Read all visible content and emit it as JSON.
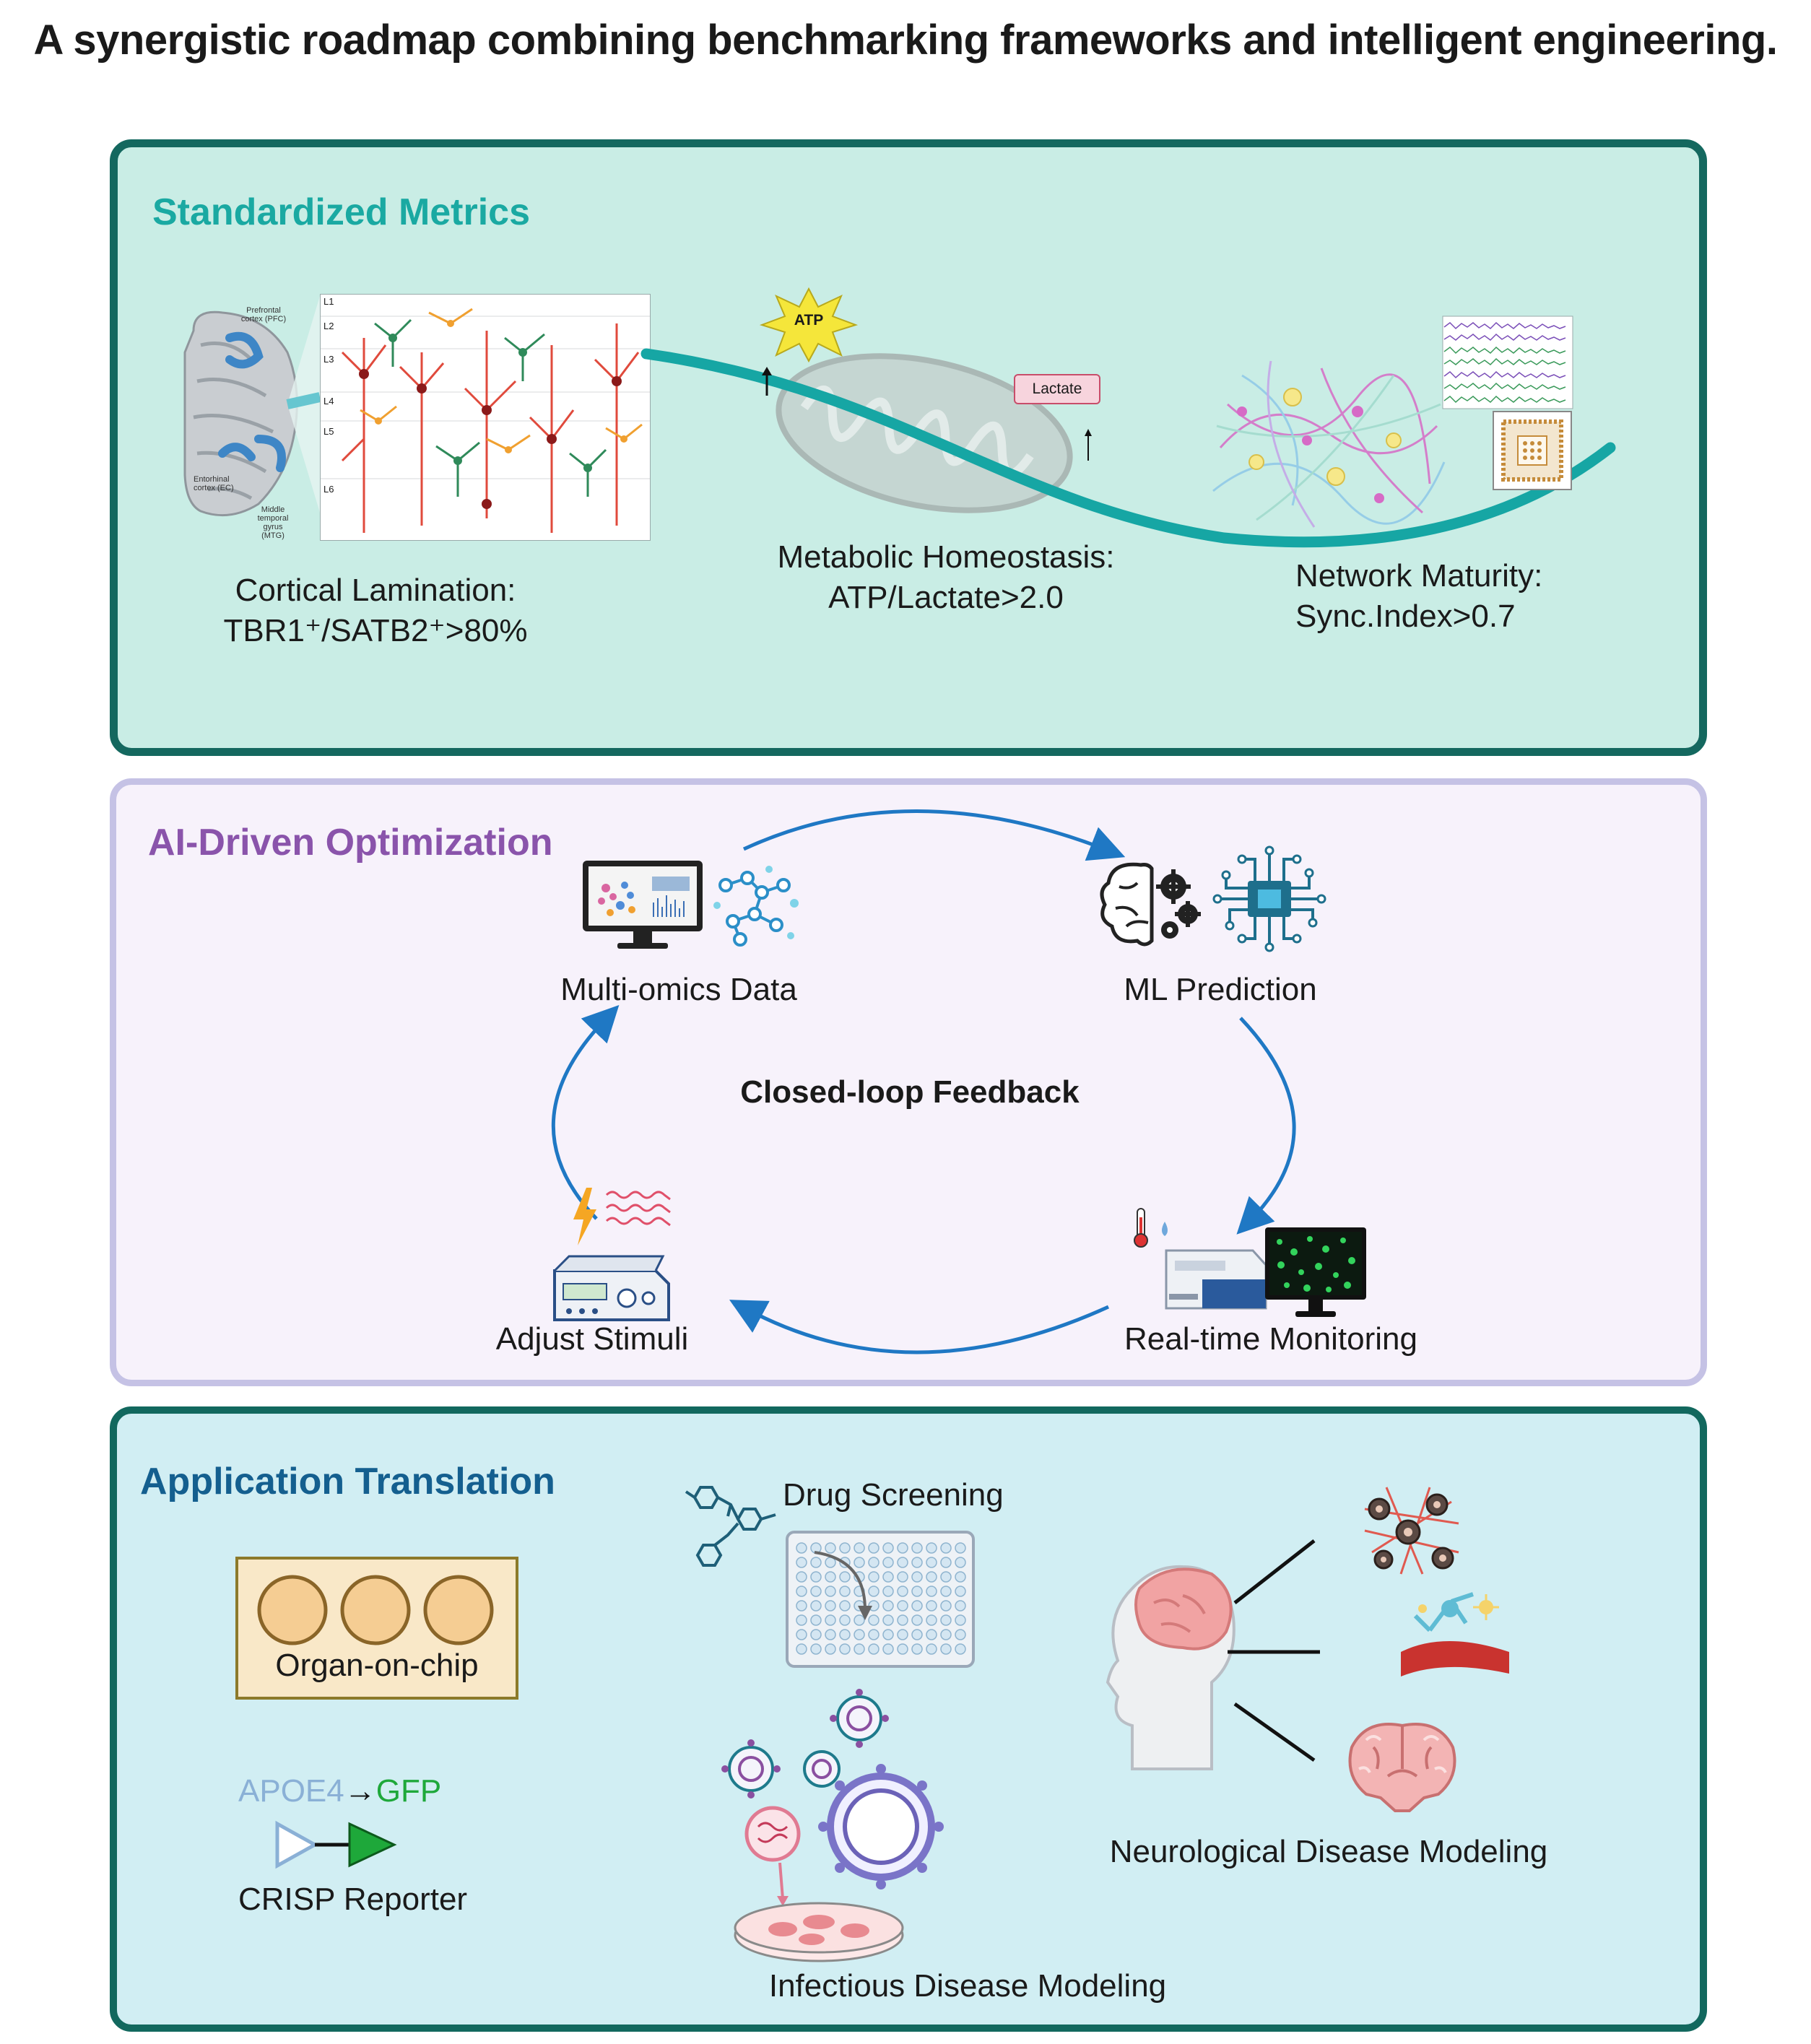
{
  "title": "A synergistic roadmap combining benchmarking frameworks and intelligent engineering.",
  "metrics": {
    "title": "Standardized  Metrics",
    "brain_labels": [
      "Prefrontal cortex (PFC)",
      "Entorhinal cortex (EC)",
      "Middle temporal gyrus (MTG)"
    ],
    "layers": [
      "L1",
      "L2",
      "L3",
      "L4",
      "L5",
      "L6"
    ],
    "atp_tag": "ATP",
    "lactate_tag": "Lactate",
    "cortical": {
      "line1": "Cortical Lamination:",
      "line2": "TBR1⁺/SATB2⁺>80%"
    },
    "metabolic": {
      "line1": "Metabolic Homeostasis:",
      "line2": "ATP/Lactate>2.0"
    },
    "network": {
      "line1": "Network Maturity:",
      "line2": "Sync.Index>0.7"
    }
  },
  "ai": {
    "title": "AI-Driven Optimization",
    "center": "Closed-loop Feedback",
    "multi_omics": "Multi-omics Data",
    "ml": "ML Prediction",
    "monitoring": "Real-time Monitoring",
    "stimuli": "Adjust Stimuli"
  },
  "app": {
    "title": "Application Translation",
    "organ_chip": "Organ-on-chip",
    "apoe4": "APOE4",
    "arrow_glyph": "→",
    "gfp": "GFP",
    "crisp": "CRISP Reporter",
    "drug": "Drug Screening",
    "infectious": "Infectious Disease Modeling",
    "neuro": "Neurological Disease Modeling"
  },
  "colors": {
    "teal_title": "#1aa9a2",
    "purple_title": "#8a54ab",
    "blue_title": "#145f8f",
    "cycle_arrow": "#1f78c4",
    "metrics_fill": "#c9ede5",
    "ai_fill": "#f7f2fb",
    "app_fill": "#d1eef3"
  }
}
